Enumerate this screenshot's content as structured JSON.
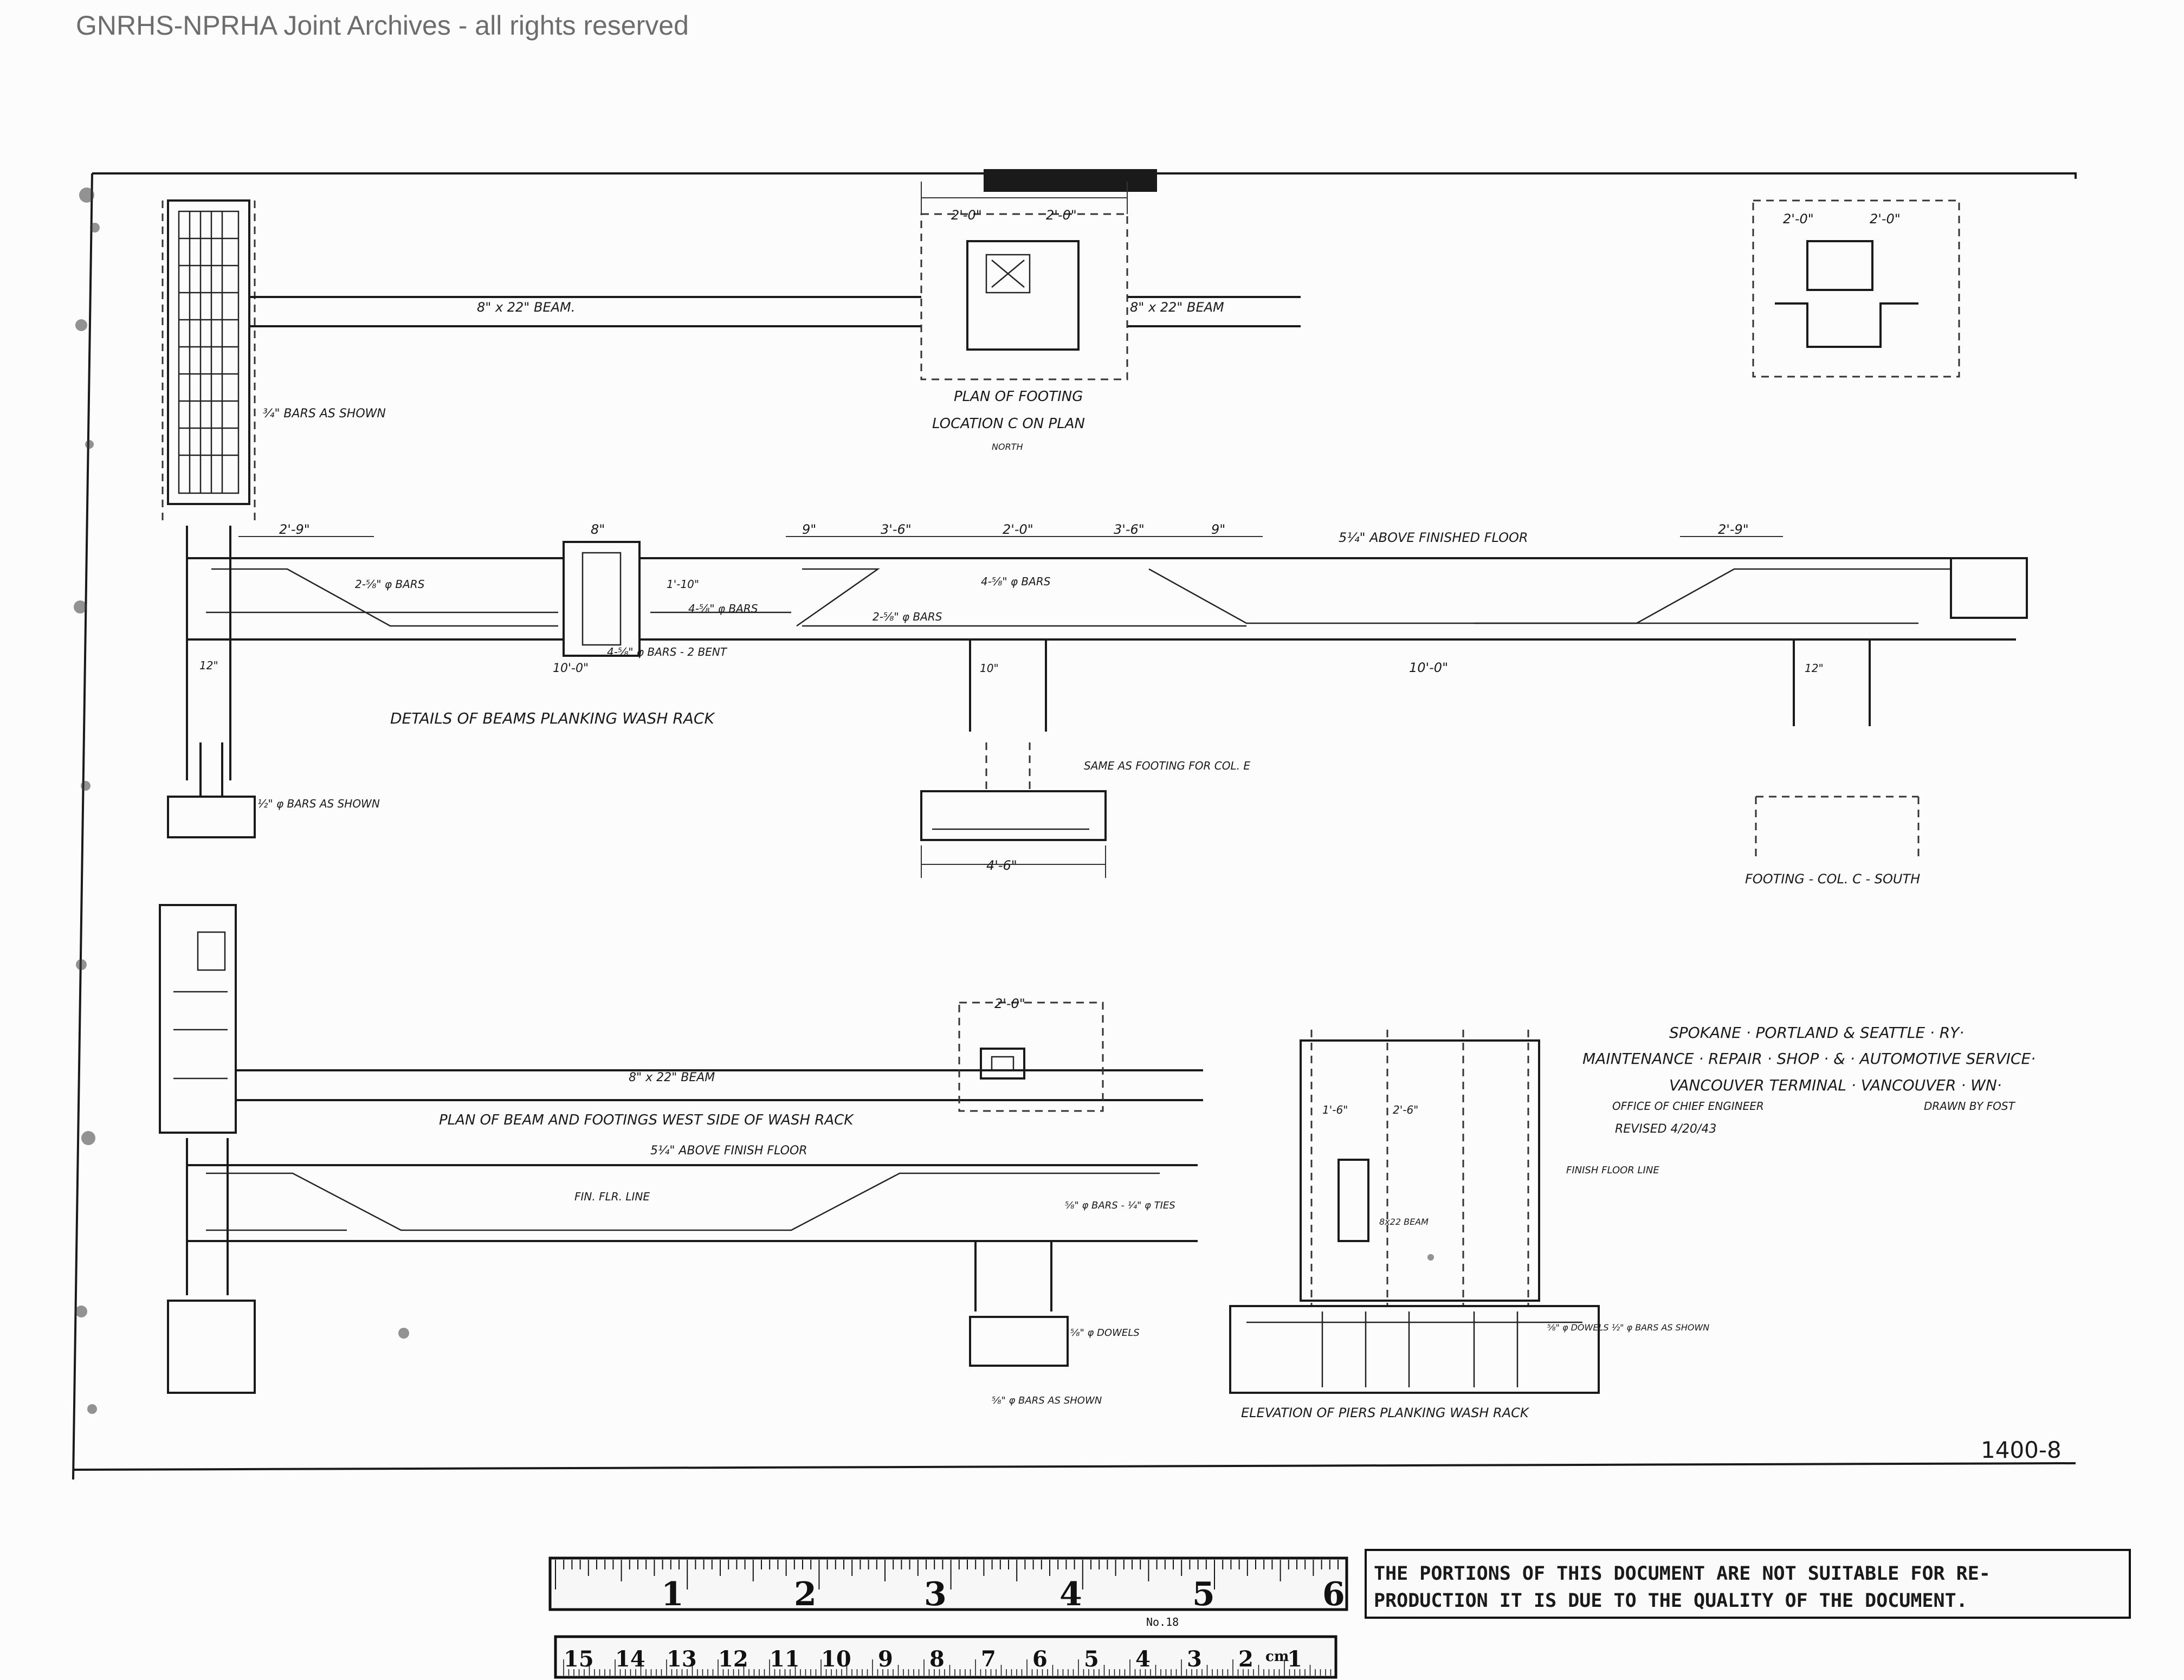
{
  "header": {
    "archive_notice": "GNRHS-NPRHA Joint Archives - all rights reserved"
  },
  "title_block": {
    "railway": "SPOKANE · PORTLAND & SEATTLE · RY·",
    "facility": "MAINTENANCE · REPAIR · SHOP · & · AUTOMOTIVE SERVICE·",
    "location": "VANCOUVER TERMINAL · VANCOUVER · WN·",
    "office": "OFFICE OF CHIEF ENGINEER",
    "drawn_by": "DRAWN BY FOST",
    "revised": "REVISED 4/20/43"
  },
  "drawing_number": "1400-8",
  "labels": {
    "plan_of_footing": "PLAN OF FOOTING",
    "location_c": "LOCATION C ON PLAN",
    "north": "NORTH",
    "details_beams": "DETAILS OF BEAMS PLANKING WASH RACK",
    "same_as_footing": "SAME AS FOOTING FOR COL. E",
    "footing_col_south": "FOOTING - COL. C - SOUTH",
    "plan_beam_footings": "PLAN OF BEAM AND FOOTINGS WEST SIDE OF WASH RACK",
    "elevation_piers": "ELEVATION OF PIERS PLANKING WASH RACK",
    "above_finished_floor": "5¼\" ABOVE FINISHED FLOOR",
    "above_finish_floor2": "5¼\" ABOVE FINISH FLOOR",
    "fin_flr_line": "FIN. FLR. LINE",
    "finish_floor_line": "FINISH FLOOR LINE",
    "beam_8x22_a": "8\" x 22\" BEAM.",
    "beam_8x22_b": "8\" x 22\" BEAM",
    "beam_8x22_c": "8\" x 22\" BEAM",
    "bars_as_shown_1": "¾\" BARS AS SHOWN",
    "bars_as_shown_2": "½\" φ BARS AS SHOWN",
    "bars_2_58": "2-⅝\" φ BARS",
    "bars_4_58": "4-⅝\" φ BARS",
    "bars_4_58_bent": "4-⅝\" φ BARS - 2 BENT",
    "bars_2_58_b": "2-⅝\" φ BARS",
    "bars_4_58_c": "4-⅝\" φ BARS",
    "bars_58_ties": "⅝\" φ BARS - ¼\" φ TIES",
    "dowels_58": "⅝\" φ DOWELS",
    "bars_as_shown_3": "⅝\" φ BARS AS SHOWN",
    "dowels_bars_shown": "⅝\" φ DOWELS ½\" φ BARS AS SHOWN",
    "beam_label_small": "8x22 BEAM",
    "dim_2_9": "2'-9\"",
    "dim_10_0": "10'-0\"",
    "dim_10_0b": "10'-0\"",
    "dim_2_0": "2'-0\"",
    "dim_2_0b": "2'-0\"",
    "dim_3_6": "3'-6\"",
    "dim_3_6b": "3'-6\"",
    "dim_4_6": "4'-6\"",
    "dim_9": "9\"",
    "dim_9b": "9\"",
    "dim_8": "8\"",
    "dim_12": "12\"",
    "dim_12b": "12\"",
    "dim_10": "10\"",
    "dim_1_10": "1'-10\"",
    "dim_2_0c": "2'-0\"",
    "dim_2_9b": "2'-9\"",
    "dim_2_0d": "2'-0\"",
    "dim_2_6": "2'-6\"",
    "dim_1_6": "1'-6\""
  },
  "ruler": {
    "inch_marks": [
      "1",
      "2",
      "3",
      "4",
      "5",
      "6"
    ],
    "cm_marks": [
      "1",
      "2",
      "3",
      "4",
      "5",
      "6",
      "7",
      "8",
      "9",
      "10",
      "11",
      "12",
      "13",
      "14",
      "15"
    ],
    "cm_unit": "cm",
    "model": "No.18"
  },
  "notice": {
    "line1": "THE PORTIONS OF THIS DOCUMENT ARE NOT SUITABLE FOR RE-",
    "line2": "PRODUCTION IT IS DUE TO THE QUALITY OF THE DOCUMENT."
  }
}
